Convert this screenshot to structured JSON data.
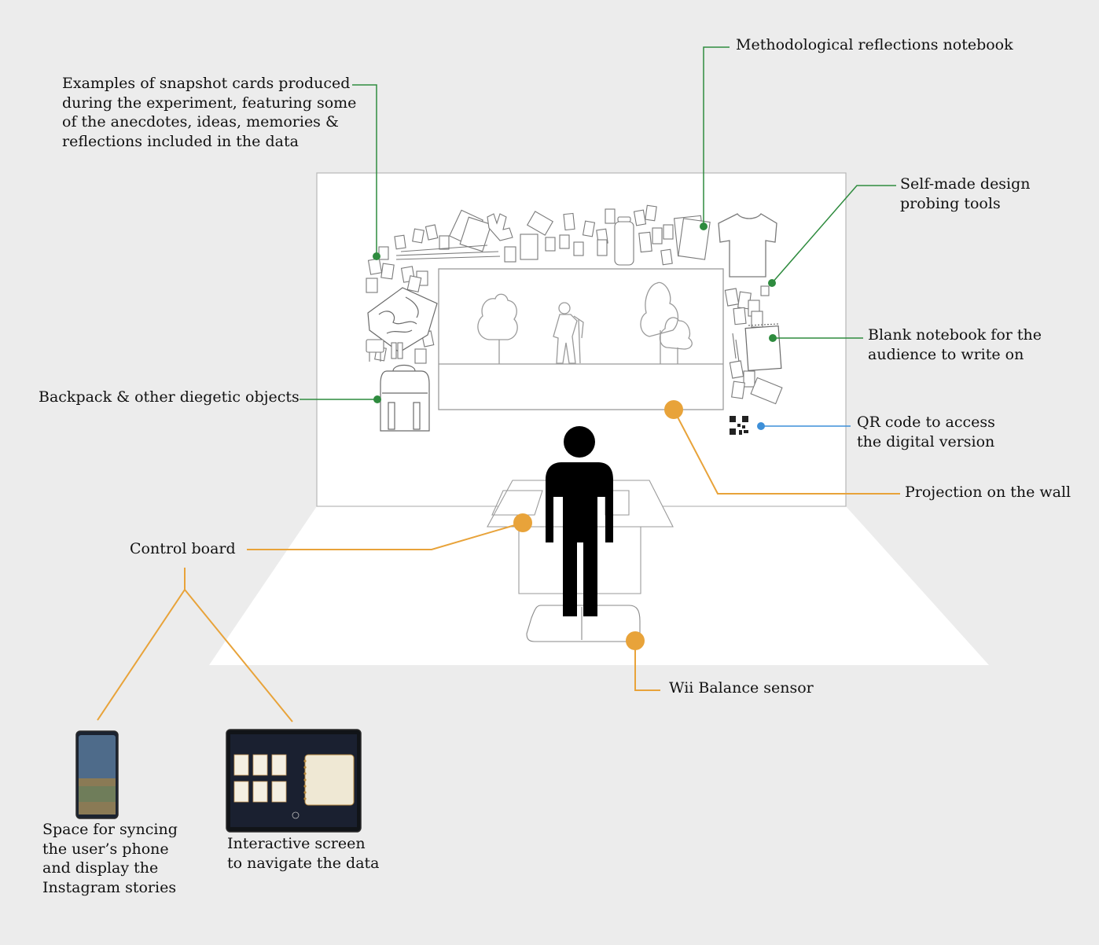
{
  "colors": {
    "background": "#ececec",
    "green_leader": "#2e8b3e",
    "orange_leader": "#e8a33a",
    "blue_leader": "#3d8fd8",
    "figure": "#000000"
  },
  "labels": {
    "snapshot_cards": "Examples of snapshot cards produced\nduring the experiment, featuring some\nof the anecdotes, ideas, memories &\nreflections included in the data",
    "methodological_notebook": "Methodological reflections notebook",
    "self_made_tools": "Self-made design\nprobing tools",
    "blank_notebook": "Blank notebook for the\naudience to write on",
    "backpack": "Backpack & other diegetic objects",
    "qr_code": "QR code to access\nthe digital version",
    "projection": "Projection on the wall",
    "control_board": "Control board",
    "wii_sensor": "Wii Balance sensor",
    "phone_space": "Space for syncing\nthe user’s phone\nand display the\nInstagram stories",
    "interactive_screen": "Interactive screen\nto navigate the data"
  },
  "icons": [
    "t-shirt-icon",
    "notebook-icon",
    "backpack-icon",
    "qr-code-icon",
    "tree-icon",
    "hiker-icon",
    "person-icon",
    "smartphone-icon",
    "tablet-icon",
    "balance-board-icon",
    "map-icon",
    "gloves-icon",
    "bottle-icon"
  ]
}
